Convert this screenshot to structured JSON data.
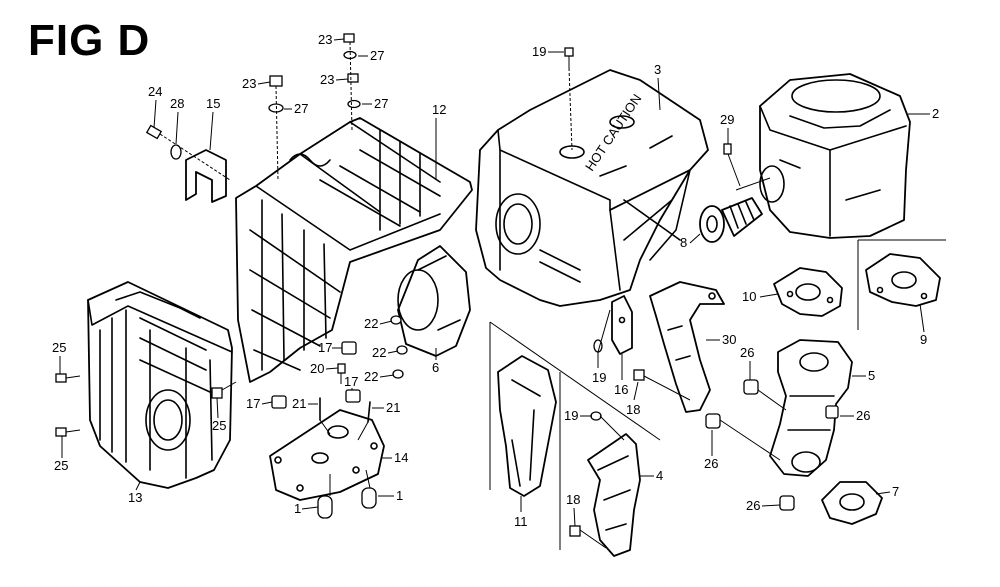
{
  "figure": {
    "title": "FIG D"
  },
  "callouts": [
    {
      "id": "c1a",
      "number": "1"
    },
    {
      "id": "c1b",
      "number": "1"
    },
    {
      "id": "c2",
      "number": "2"
    },
    {
      "id": "c3",
      "number": "3"
    },
    {
      "id": "c4",
      "number": "4"
    },
    {
      "id": "c5",
      "number": "5"
    },
    {
      "id": "c6",
      "number": "6"
    },
    {
      "id": "c7",
      "number": "7"
    },
    {
      "id": "c8",
      "number": "8"
    },
    {
      "id": "c9",
      "number": "9"
    },
    {
      "id": "c10",
      "number": "10"
    },
    {
      "id": "c11",
      "number": "11"
    },
    {
      "id": "c12",
      "number": "12"
    },
    {
      "id": "c13",
      "number": "13"
    },
    {
      "id": "c14",
      "number": "14"
    },
    {
      "id": "c15",
      "number": "15"
    },
    {
      "id": "c16",
      "number": "16"
    },
    {
      "id": "c17a",
      "number": "17"
    },
    {
      "id": "c17b",
      "number": "17"
    },
    {
      "id": "c17c",
      "number": "17"
    },
    {
      "id": "c18a",
      "number": "18"
    },
    {
      "id": "c18b",
      "number": "18"
    },
    {
      "id": "c19a",
      "number": "19"
    },
    {
      "id": "c19b",
      "number": "19"
    },
    {
      "id": "c19c",
      "number": "19"
    },
    {
      "id": "c20",
      "number": "20"
    },
    {
      "id": "c21a",
      "number": "21"
    },
    {
      "id": "c21b",
      "number": "21"
    },
    {
      "id": "c22a",
      "number": "22"
    },
    {
      "id": "c22b",
      "number": "22"
    },
    {
      "id": "c22c",
      "number": "22"
    },
    {
      "id": "c23a",
      "number": "23"
    },
    {
      "id": "c23b",
      "number": "23"
    },
    {
      "id": "c23c",
      "number": "23"
    },
    {
      "id": "c24",
      "number": "24"
    },
    {
      "id": "c25a",
      "number": "25"
    },
    {
      "id": "c25b",
      "number": "25"
    },
    {
      "id": "c25c",
      "number": "25"
    },
    {
      "id": "c26a",
      "number": "26"
    },
    {
      "id": "c26b",
      "number": "26"
    },
    {
      "id": "c26c",
      "number": "26"
    },
    {
      "id": "c26d",
      "number": "26"
    },
    {
      "id": "c27a",
      "number": "27"
    },
    {
      "id": "c27b",
      "number": "27"
    },
    {
      "id": "c27c",
      "number": "27"
    },
    {
      "id": "c28",
      "number": "28"
    },
    {
      "id": "c29",
      "number": "29"
    },
    {
      "id": "c30",
      "number": "30"
    }
  ],
  "stamp": {
    "text": "HOT CAUTION"
  }
}
